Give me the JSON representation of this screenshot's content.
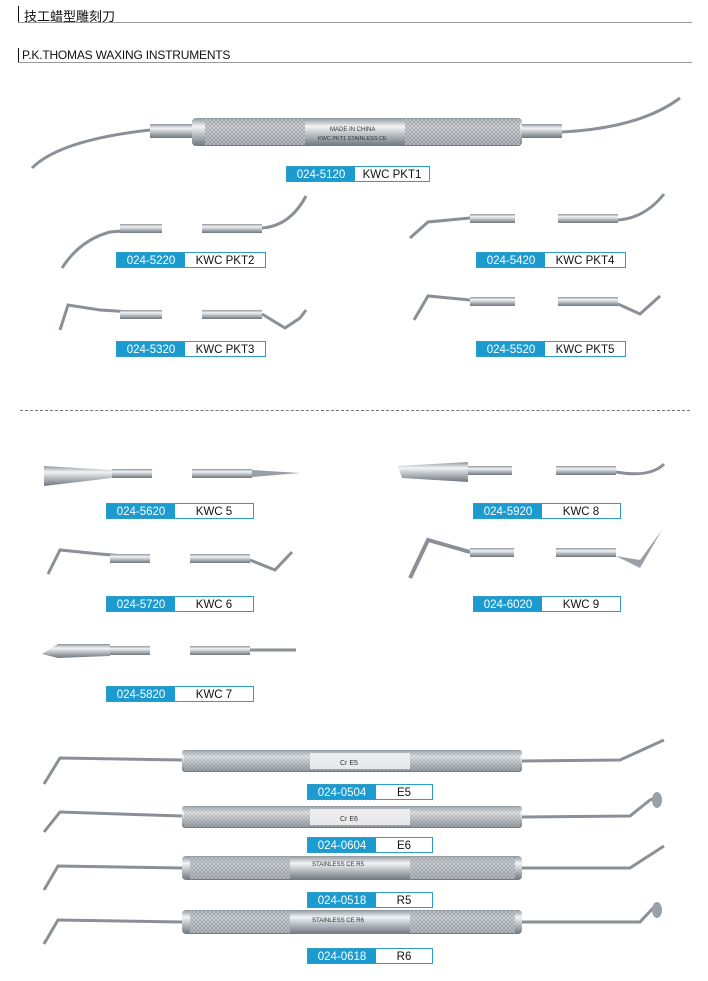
{
  "header": {
    "title_cn": "技工蜡型雕刻刀",
    "subtitle": "P.K.THOMAS WAXING INSTRUMENTS"
  },
  "handle_text": {
    "pkt1_line1": "MADE IN CHINA",
    "pkt1_line2": "KWC PKT1  STAINLESS CE",
    "e5": "Cr   E5",
    "e6": "Cr   E6",
    "r5": "STAINLESS CE R5",
    "r6": "STAINLESS CE R6"
  },
  "products": [
    {
      "code": "024-5120",
      "name": "KWC PKT1"
    },
    {
      "code": "024-5220",
      "name": "KWC PKT2"
    },
    {
      "code": "024-5420",
      "name": "KWC PKT4"
    },
    {
      "code": "024-5320",
      "name": "KWC PKT3"
    },
    {
      "code": "024-5520",
      "name": "KWC PKT5"
    },
    {
      "code": "024-5620",
      "name": "KWC 5"
    },
    {
      "code": "024-5920",
      "name": "KWC 8"
    },
    {
      "code": "024-5720",
      "name": "KWC 6"
    },
    {
      "code": "024-6020",
      "name": "KWC 9"
    },
    {
      "code": "024-5820",
      "name": "KWC 7"
    },
    {
      "code": "024-0504",
      "name": "E5"
    },
    {
      "code": "024-0604",
      "name": "E6"
    },
    {
      "code": "024-0518",
      "name": "R5"
    },
    {
      "code": "024-0618",
      "name": "R6"
    }
  ],
  "colors": {
    "accent": "#1b9bd0",
    "steel": "#b9bec3",
    "steel_dark": "#7d848a"
  }
}
